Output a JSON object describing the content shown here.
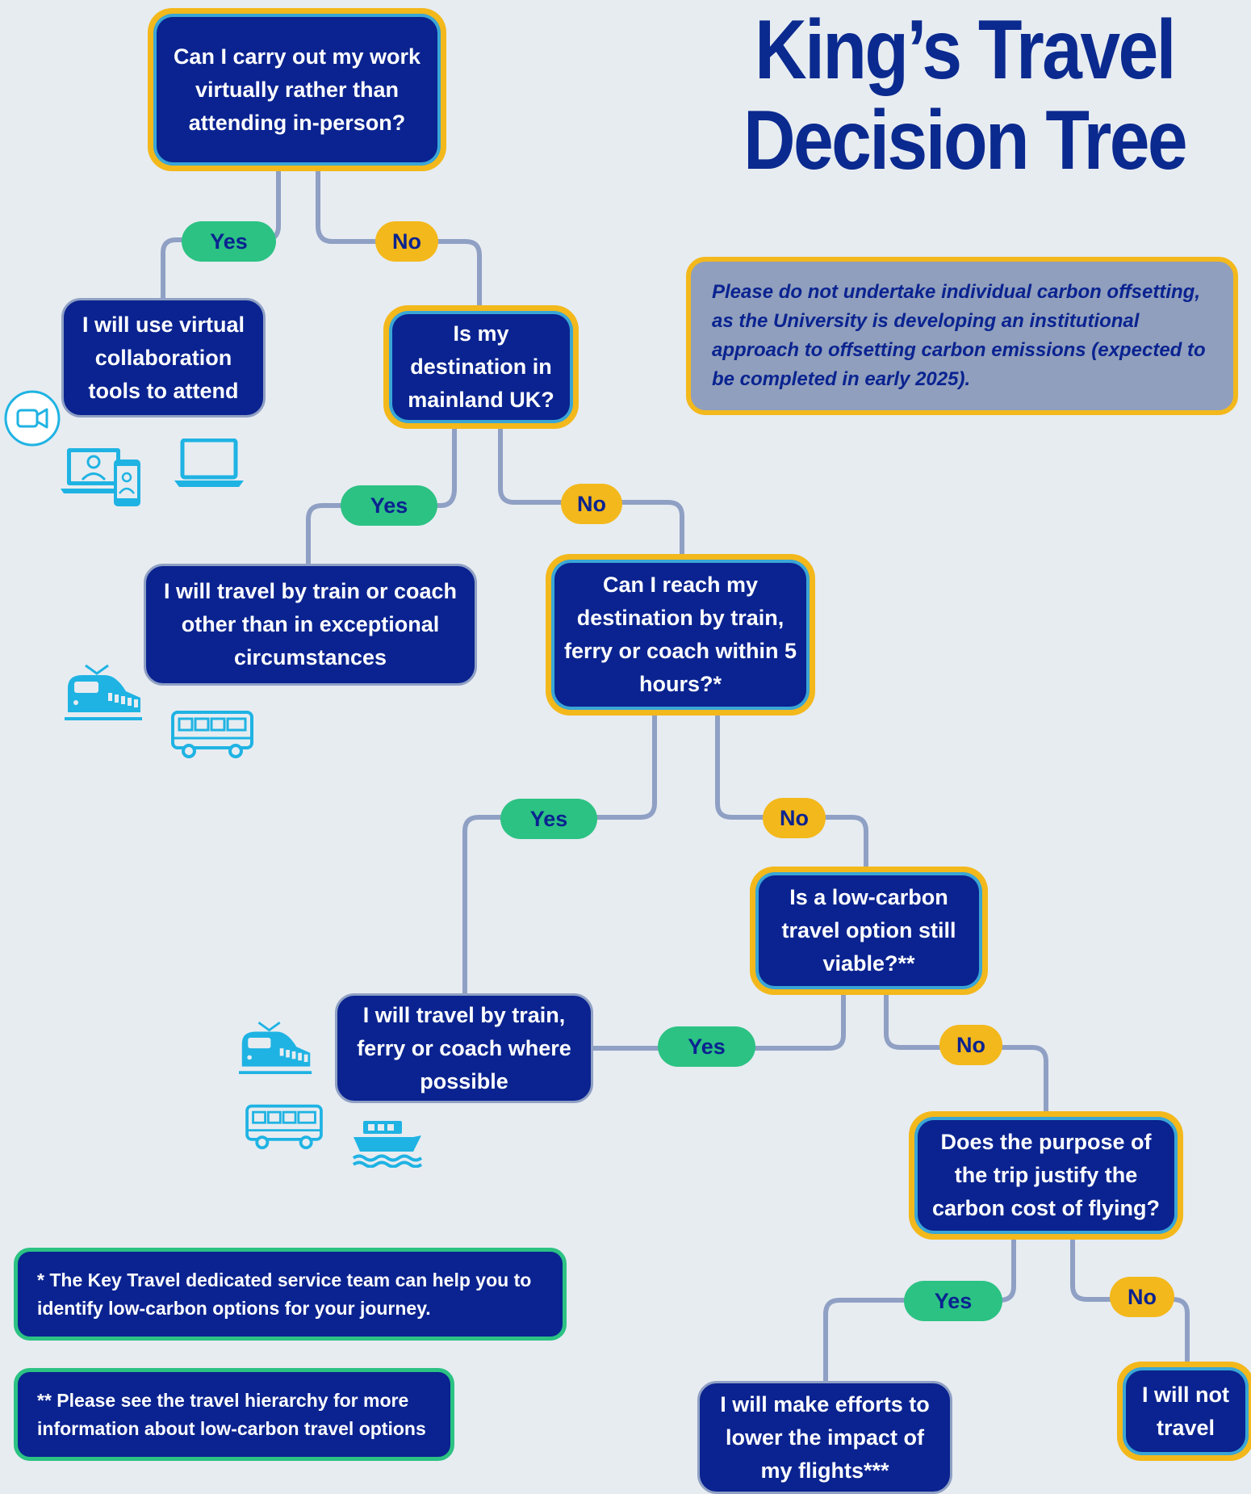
{
  "title": {
    "line1": "King’s Travel",
    "line2": "Decision Tree"
  },
  "nodes": {
    "q1": "Can I carry out my work virtually rather than attending in-person?",
    "a_virtual": "I will use virtual collaboration tools to attend",
    "q2": "Is my destination in mainland UK?",
    "a_uk_train": "I will travel by train or coach other than in exceptional circumstances",
    "q3": "Can I reach my destination by train, ferry or coach within 5 hours?*",
    "q4": "Is a low-carbon travel option still viable?**",
    "a_train_ferry": "I will travel by train, ferry or coach where possible",
    "q5": "Does the purpose of the trip justify the carbon cost of flying?",
    "a_flights": "I will make efforts to lower the impact of my flights***",
    "a_no_travel": "I will not travel"
  },
  "labels": {
    "yes": "Yes",
    "no": "No"
  },
  "note": "Please do not undertake individual carbon offsetting, as the University is developing an institutional approach to offsetting carbon emissions (expected to be completed in early 2025).",
  "footnotes": {
    "f1": "* The Key Travel dedicated service team can help you to identify low-carbon options for your journey.",
    "f2": "** Please see the travel hierarchy for more information about low-carbon travel options"
  },
  "colors": {
    "background": "#e7ecf1",
    "navy": "#0a2390",
    "yellow": "#f3b81b",
    "green": "#2cc283",
    "icon_cyan": "#1fb3e3",
    "connector": "#8fa0c4"
  },
  "icons": [
    "video-camera-icon",
    "laptop-video-call-icon",
    "laptop-icon",
    "train-icon",
    "bus-icon",
    "ferry-icon"
  ]
}
